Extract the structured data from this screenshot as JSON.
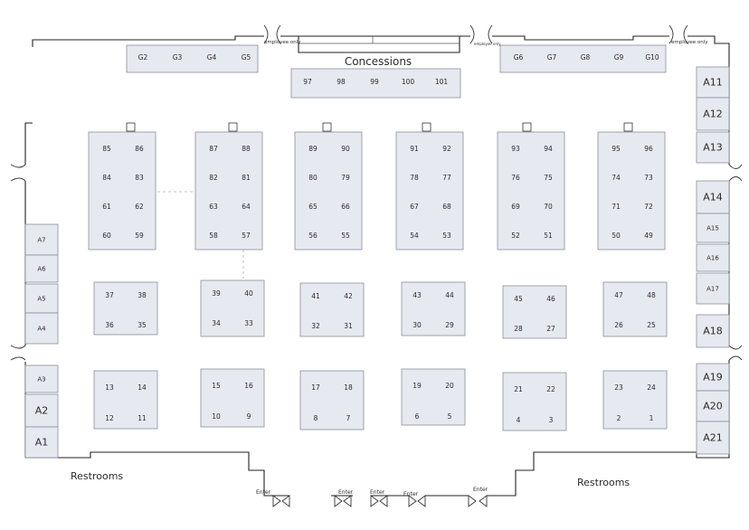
{
  "concessions_label": "Concessions",
  "restrooms_left": "Restrooms",
  "restrooms_right": "Restrooms",
  "employee_only_left": "employee only",
  "employee_only_right": "employee only",
  "employee_only_small": "employee only",
  "enter_label": "Enter",
  "g_left": [
    "G2",
    "G3",
    "G4",
    "G5"
  ],
  "g_right": [
    "G6",
    "G7",
    "G8",
    "G9",
    "G10"
  ],
  "concession_booths": [
    "97",
    "98",
    "99",
    "100",
    "101"
  ],
  "a_left": [
    "A7",
    "A6",
    "A5",
    "A4",
    "A3",
    "A2",
    "A1"
  ],
  "a_right": [
    "A11",
    "A12",
    "A13",
    "A14",
    "A15",
    "A16",
    "A17",
    "A18",
    "A19",
    "A20",
    "A21"
  ],
  "row1_blocks": [
    [
      "85",
      "86",
      "84",
      "83",
      "61",
      "62",
      "60",
      "59"
    ],
    [
      "87",
      "88",
      "82",
      "81",
      "63",
      "64",
      "58",
      "57"
    ],
    [
      "89",
      "90",
      "80",
      "79",
      "65",
      "66",
      "56",
      "55"
    ],
    [
      "91",
      "92",
      "78",
      "77",
      "67",
      "68",
      "54",
      "53"
    ],
    [
      "93",
      "94",
      "76",
      "75",
      "69",
      "70",
      "52",
      "51"
    ],
    [
      "95",
      "96",
      "74",
      "73",
      "71",
      "72",
      "50",
      "49"
    ]
  ],
  "row2_blocks": [
    [
      "37",
      "38",
      "36",
      "35"
    ],
    [
      "39",
      "40",
      "34",
      "33"
    ],
    [
      "41",
      "42",
      "32",
      "31"
    ],
    [
      "43",
      "44",
      "30",
      "29"
    ],
    [
      "45",
      "46",
      "28",
      "27"
    ],
    [
      "47",
      "48",
      "26",
      "25"
    ]
  ],
  "row3_blocks": [
    [
      "13",
      "14",
      "12",
      "11"
    ],
    [
      "15",
      "16",
      "10",
      "9"
    ],
    [
      "17",
      "18",
      "8",
      "7"
    ],
    [
      "19",
      "20",
      "6",
      "5"
    ],
    [
      "21",
      "22",
      "4",
      "3"
    ],
    [
      "23",
      "24",
      "2",
      "1"
    ]
  ]
}
